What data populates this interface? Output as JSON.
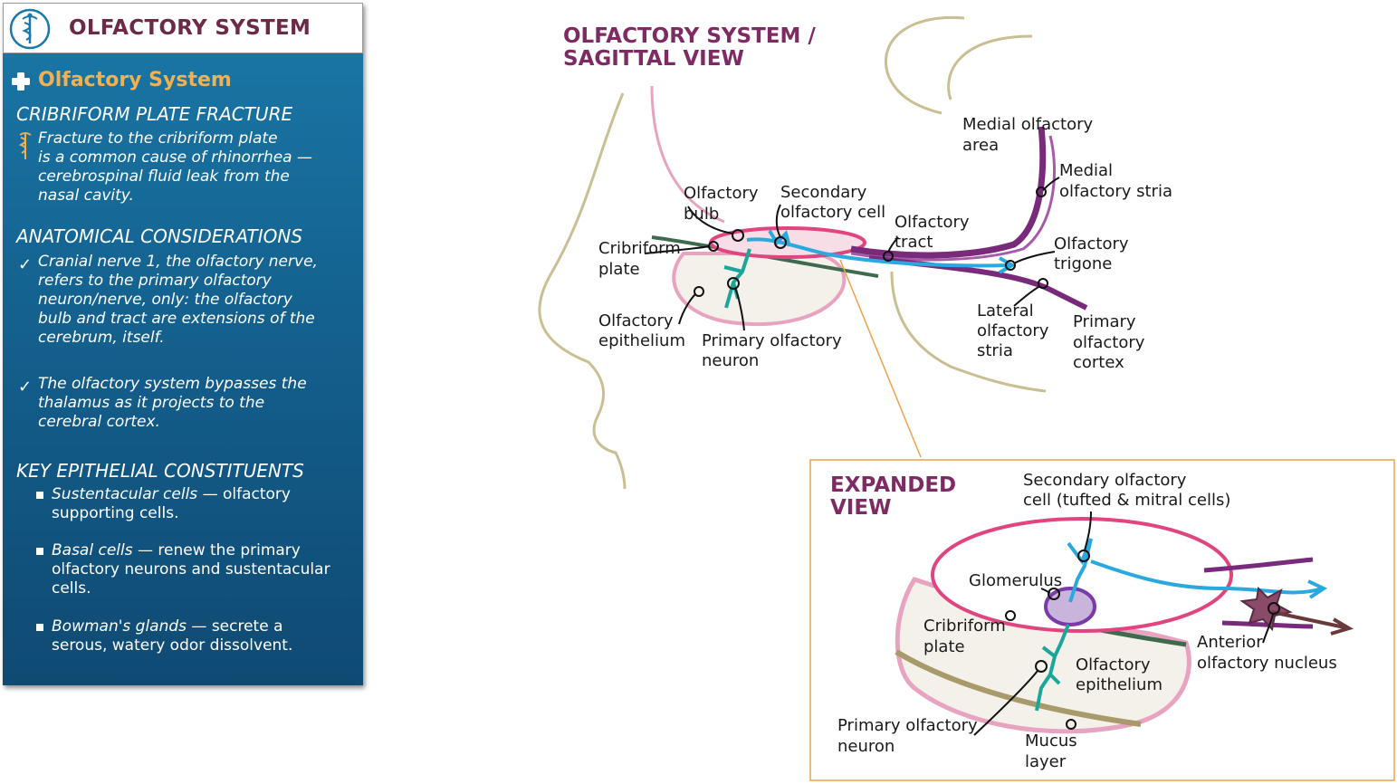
{
  "sidebar": {
    "title": "OLFACTORY SYSTEM",
    "section_title": "Olfactory System",
    "fracture": {
      "heading": "CRIBRIFORM PLATE FRACTURE",
      "lines": [
        "Fracture to the cribriform plate",
        "is a common cause of rhinorrhea —",
        "cerebrospinal fluid leak from the",
        "nasal cavity."
      ]
    },
    "anatomical": {
      "heading": "ANATOMICAL CONSIDERATIONS",
      "item1": [
        "Cranial nerve 1, the olfactory nerve,",
        "refers to the primary olfactory",
        "neuron/nerve, only: the olfactory",
        "bulb and tract are extensions of the",
        "cerebrum, itself."
      ],
      "item2": [
        "The olfactory system bypasses the",
        "thalamus as it projects to the",
        "cerebral cortex."
      ]
    },
    "epithelial": {
      "heading": "KEY EPITHELIAL CONSTITUENTS",
      "items": [
        {
          "term": "Sustentacular cells",
          "lines": [
            " — olfactory",
            "supporting cells."
          ]
        },
        {
          "term": "Basal cells",
          "lines": [
            " — renew the primary",
            "olfactory neurons and sustentacular",
            "cells."
          ]
        },
        {
          "term": "Bowman's glands",
          "lines": [
            " — secrete a",
            "serous, watery odor dissolvent."
          ]
        }
      ]
    }
  },
  "sagittal": {
    "title_lines": [
      "OLFACTORY SYSTEM /",
      "SAGITTAL VIEW"
    ],
    "labels": {
      "medial_area": [
        "Medial olfactory",
        "area"
      ],
      "medial_stria": [
        "Medial",
        "olfactory stria"
      ],
      "olfactory_bulb": [
        "Olfactory",
        "bulb"
      ],
      "secondary_cell": [
        "Secondary",
        "olfactory cell"
      ],
      "olfactory_tract": [
        "Olfactory",
        "tract"
      ],
      "cribriform": [
        "Cribriform",
        "plate"
      ],
      "trigone": [
        "Olfactory",
        "trigone"
      ],
      "epithelium": [
        "Olfactory",
        "epithelium"
      ],
      "primary_neuron": [
        "Primary olfactory",
        "neuron"
      ],
      "lateral_stria": [
        "Lateral",
        "olfactory",
        "stria"
      ],
      "primary_cortex": [
        "Primary",
        "olfactory",
        "cortex"
      ]
    }
  },
  "expanded": {
    "title_lines": [
      "EXPANDED",
      "VIEW"
    ],
    "labels": {
      "secondary_cell": [
        "Secondary olfactory",
        "cell (tufted & mitral cells)"
      ],
      "glomerulus": "Glomerulus",
      "cribriform": [
        "Cribriform",
        "plate"
      ],
      "epithelium": [
        "Olfactory",
        "epithelium"
      ],
      "anterior_nucleus": [
        "Anterior",
        "olfactory nucleus"
      ],
      "primary_neuron": [
        "Primary olfactory",
        "neuron"
      ],
      "mucus": [
        "Mucus",
        "layer"
      ]
    }
  },
  "colors": {
    "title": "#7e2a63",
    "sidebar_accent": "#f1b152",
    "pink": "#e0457f",
    "purple": "#7a2a7a",
    "cyan": "#29a9df",
    "teal": "#1aa79a",
    "orange": "#f0a24a"
  }
}
